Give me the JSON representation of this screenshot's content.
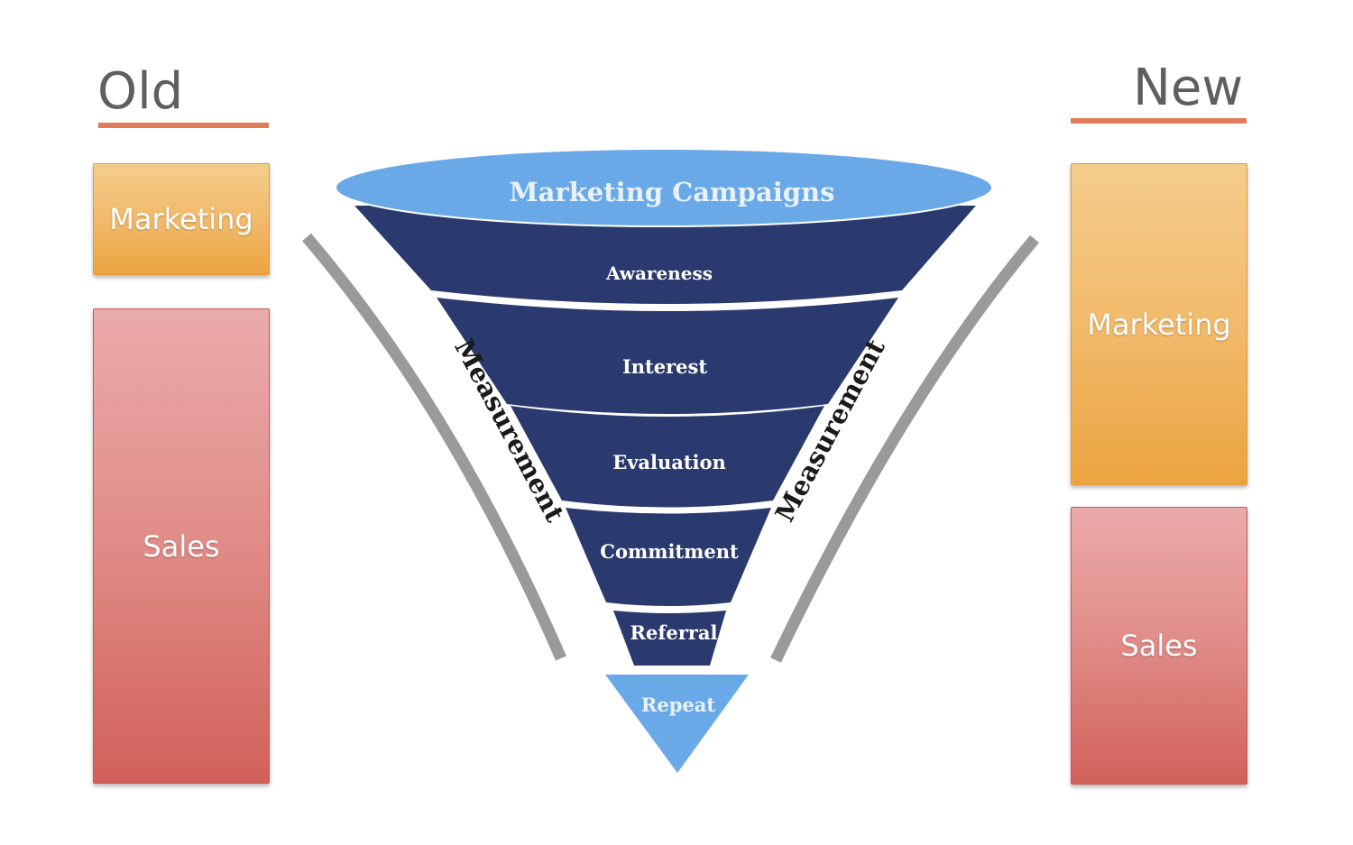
{
  "old": {
    "title": "Old",
    "blocks": [
      "Marketing",
      "Sales"
    ]
  },
  "new": {
    "title": "New",
    "blocks": [
      "Marketing",
      "Sales"
    ]
  },
  "funnel": {
    "top": "Marketing Campaigns",
    "stages": [
      "Awareness",
      "Interest",
      "Evaluation",
      "Commitment",
      "Referral"
    ],
    "bottom": "Repeat",
    "side_label_left": "Measurement",
    "side_label_right": "Measurement"
  },
  "colors": {
    "heading_text": "#5f5f5f",
    "underline": "#e07c5a",
    "marketing_block": "#f1b868",
    "sales_block": "#e08b87",
    "funnel_stage": "#2b3a6e",
    "funnel_top": "#6aa9e8",
    "repeat": "#6aa9e8",
    "measurement_bar": "#9a9a9a"
  }
}
